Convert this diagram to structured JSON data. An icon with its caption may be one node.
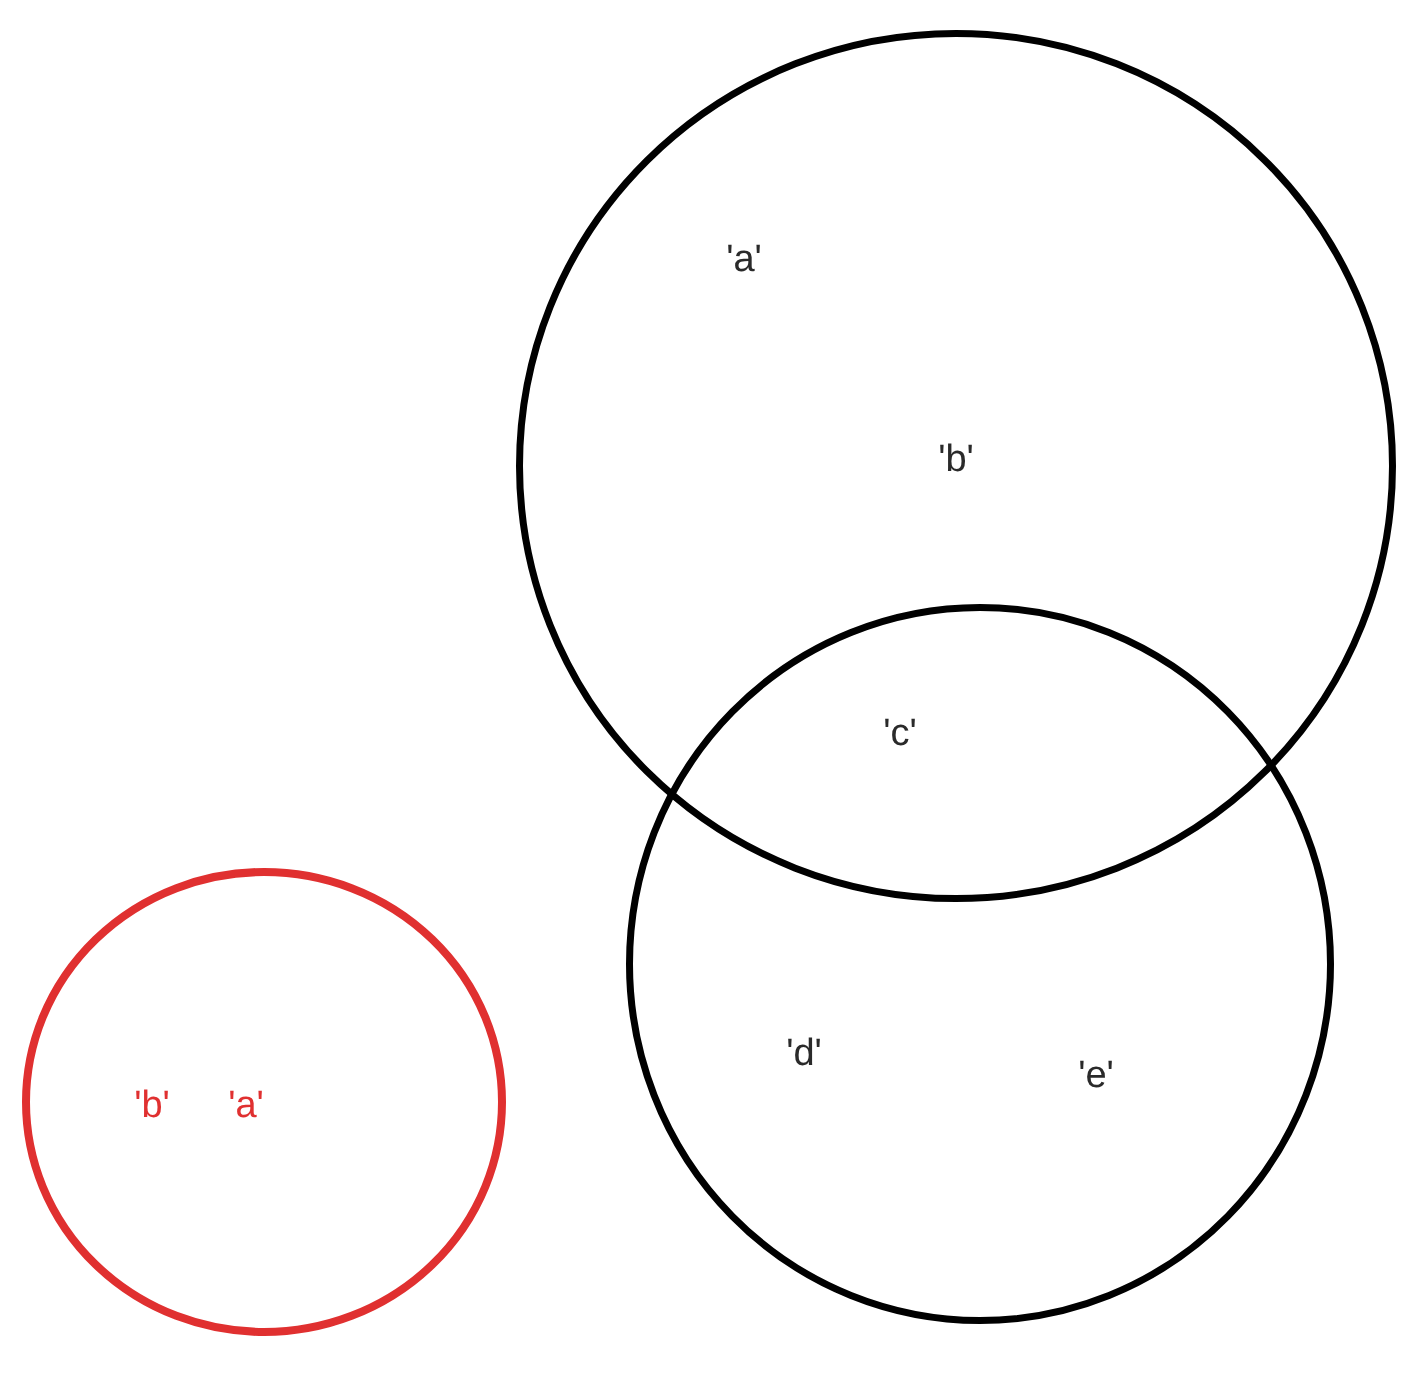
{
  "diagram": {
    "nodes": [
      {
        "text": [
          "'a'",
          "'b'"
        ]
      },
      {
        "text": [
          "'d'",
          "'e'"
        ]
      },
      {
        "text": [
          "'b'",
          "'a'"
        ]
      }
    ],
    "labels": [
      "'c'"
    ]
  }
}
